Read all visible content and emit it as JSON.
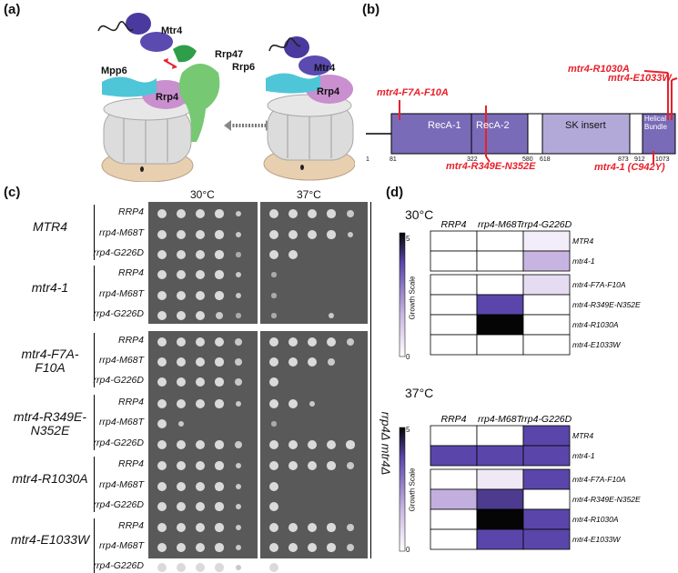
{
  "panel_labels": {
    "a": "(a)",
    "b": "(b)",
    "c": "(c)",
    "d": "(d)"
  },
  "panel_a": {
    "labels": {
      "mtr4_left": "Mtr4",
      "rrp47": "Rrp47",
      "rrp6": "Rrp6",
      "mpp6": "Mpp6",
      "rrp4_left": "Rrp4",
      "mtr4_right": "Mtr4",
      "rrp4_right": "Rrp4"
    },
    "colors": {
      "mtr4": "#5b4ab0",
      "rrp6": "#6dbf6a",
      "mpp6": "#4fc6d7",
      "rrp4": "#c58fc9",
      "core": "#d5d5d5",
      "cap": "#e6cdb0"
    }
  },
  "panel_b": {
    "domains": [
      {
        "name": "RecA-1"
      },
      {
        "name": "RecA-2"
      },
      {
        "name": "SK insert"
      },
      {
        "name": "Helical Bundle"
      }
    ],
    "positions": [
      "1",
      "81",
      "322",
      "580",
      "618",
      "873",
      "912",
      "1073"
    ],
    "mutations": {
      "f7a": "mtr4-F7A-F10A",
      "r349e": "mtr4-R349E-N352E",
      "r1030a": "mtr4-R1030A",
      "e1033w": "mtr4-E1033W",
      "mtr41": "mtr4-1 (C942Y)"
    },
    "colors": {
      "dark": "#7a6bb8",
      "light": "#b3a9d9",
      "mutation": "#e8202a"
    }
  },
  "panel_c": {
    "temps": [
      "30°C",
      "37°C"
    ],
    "side_label": "rrp4Δ mtr4Δ",
    "groups": [
      {
        "name": "MTR4",
        "strains": [
          "RRP4",
          "rrp4-M68T",
          "rrp4-G226D"
        ]
      },
      {
        "name": "mtr4-1",
        "strains": [
          "RRP4",
          "rrp4-M68T",
          "rrp4-G226D"
        ]
      },
      {
        "name": "mtr4-F7A-F10A",
        "strains": [
          "RRP4",
          "rrp4-M68T",
          "rrp4-G226D"
        ]
      },
      {
        "name": "mtr4-R349E-N352E",
        "strains": [
          "RRP4",
          "rrp4-M68T",
          "rrp4-G226D"
        ]
      },
      {
        "name": "mtr4-R1030A",
        "strains": [
          "RRP4",
          "rrp4-M68T",
          "rrp4-G226D"
        ]
      },
      {
        "name": "mtr4-E1033W",
        "strains": [
          "RRP4",
          "rrp4-M68T",
          "rrp4-G226D"
        ]
      }
    ],
    "growth_30": [
      [
        5,
        5,
        5,
        4,
        2
      ],
      [
        5,
        5,
        5,
        4,
        2
      ],
      [
        5,
        5,
        5,
        4,
        1
      ],
      [
        5,
        5,
        5,
        4,
        2
      ],
      [
        5,
        5,
        5,
        4,
        2
      ],
      [
        5,
        5,
        5,
        3,
        1
      ],
      [
        5,
        5,
        5,
        5,
        3
      ],
      [
        5,
        5,
        5,
        4,
        3
      ],
      [
        5,
        5,
        5,
        4,
        3
      ],
      [
        5,
        5,
        5,
        4,
        2
      ],
      [
        5,
        2,
        0,
        0,
        0
      ],
      [
        5,
        5,
        5,
        4,
        3
      ],
      [
        5,
        5,
        5,
        4,
        2
      ],
      [
        5,
        5,
        5,
        4,
        2
      ],
      [
        5,
        5,
        5,
        4,
        2
      ],
      [
        5,
        5,
        5,
        4,
        2
      ],
      [
        5,
        5,
        5,
        4,
        2
      ],
      [
        5,
        5,
        5,
        4,
        2
      ]
    ],
    "growth_37": [
      [
        5,
        5,
        5,
        4,
        3
      ],
      [
        5,
        5,
        5,
        4,
        2
      ],
      [
        5,
        5,
        0,
        0,
        0
      ],
      [
        1,
        0,
        0,
        0,
        0
      ],
      [
        1,
        0,
        0,
        0,
        0
      ],
      [
        1,
        0,
        0,
        2,
        0
      ],
      [
        5,
        5,
        5,
        5,
        3
      ],
      [
        5,
        5,
        5,
        3,
        0
      ],
      [
        5,
        0,
        0,
        0,
        0
      ],
      [
        5,
        5,
        2,
        0,
        0
      ],
      [
        1,
        0,
        0,
        0,
        0
      ],
      [
        5,
        5,
        5,
        5,
        4
      ],
      [
        5,
        5,
        5,
        4,
        3
      ],
      [
        5,
        0,
        0,
        0,
        0
      ],
      [
        5,
        0,
        0,
        0,
        0
      ],
      [
        5,
        5,
        5,
        4,
        3
      ],
      [
        5,
        5,
        5,
        4,
        3
      ],
      [
        5,
        0,
        0,
        0,
        0
      ]
    ],
    "colors": {
      "plate": "#5a5a5a",
      "colony": "#d9d9d9"
    }
  },
  "panel_d": {
    "heatmaps": [
      {
        "title": "30°C",
        "scale_label": "Growth Scale",
        "scale_max": "5",
        "scale_min": "0",
        "columns": [
          "RRP4",
          "rrp4-M68T",
          "rrp4-G226D"
        ],
        "rows": [
          "MTR4",
          "mtr4-1",
          "mtr4-F7A-F10A",
          "mtr4-R349E-N352E",
          "mtr4-R1030A",
          "mtr4-E1033W"
        ],
        "values": [
          [
            0,
            0,
            0.4
          ],
          [
            0,
            0,
            1.7
          ],
          [
            0,
            0,
            0.8
          ],
          [
            0,
            3.8,
            0
          ],
          [
            0,
            5,
            0
          ],
          [
            0,
            0,
            0
          ]
        ]
      },
      {
        "title": "37°C",
        "scale_label": "Growth Scale",
        "scale_max": "5",
        "scale_min": "0",
        "columns": [
          "RRP4",
          "rrp4-M68T",
          "rrp4-G226D"
        ],
        "rows": [
          "MTR4",
          "mtr4-1",
          "mtr4-F7A-F10A",
          "mtr4-R349E-N352E",
          "mtr4-R1030A",
          "mtr4-E1033W"
        ],
        "values": [
          [
            0,
            0,
            3.8
          ],
          [
            3.8,
            3.8,
            3.8
          ],
          [
            0,
            0.5,
            3.8
          ],
          [
            1.8,
            4,
            0
          ],
          [
            0,
            5,
            3.8
          ],
          [
            0,
            3.8,
            3.8
          ]
        ]
      }
    ]
  }
}
